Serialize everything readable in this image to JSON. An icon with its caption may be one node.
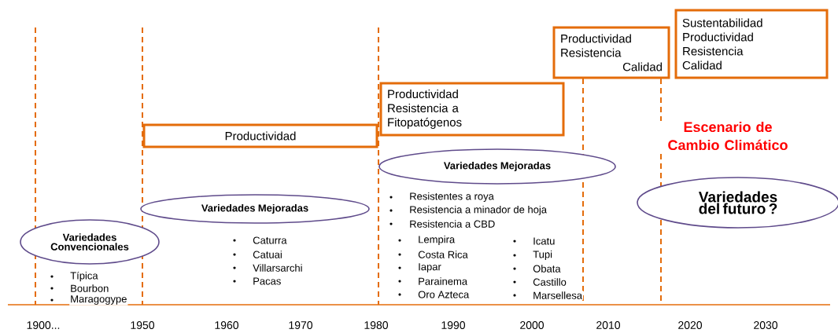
{
  "diagram": {
    "nodes": [
      {
        "text": [
          "Productividad"
        ]
      },
      {
        "text": [
          "Productividad",
          "Resistencia a",
          "Fitopatógenos"
        ]
      },
      {
        "text": [
          "Productividad",
          "Resistencia",
          "Calidad"
        ]
      },
      {
        "text": [
          "Sustentabilidad",
          "Productividad",
          "Resistencia",
          "Calidad"
        ]
      },
      {
        "text": [
          "Variedades Convencionales"
        ]
      },
      {
        "text": [
          "Variedades Mejoradas"
        ]
      },
      {
        "text": [
          "Variedades Mejoradas"
        ]
      },
      {
        "text": [
          "Variedades del futuro ?"
        ]
      }
    ],
    "labels": [
      "Escenario de Cambio Climático",
      "Resistentes a roya",
      "Resistencia a minador de hoja",
      "Resistencia a  CBD",
      "Caturra",
      "Catuai",
      "Villarsarchi",
      "Pacas",
      "Lempira",
      "Icatu",
      "Costa Rica",
      "Tupi",
      "Iapar",
      "Obata",
      "Parainema",
      "Castillo",
      "Oro Azteca",
      "Marsellesa",
      "Típica",
      "Bourbon",
      "Maragogype",
      "1900...",
      "1950",
      "1960",
      "1970",
      "1980",
      "1990",
      "2000",
      "2010",
      "2020",
      "2030"
    ]
  }
}
